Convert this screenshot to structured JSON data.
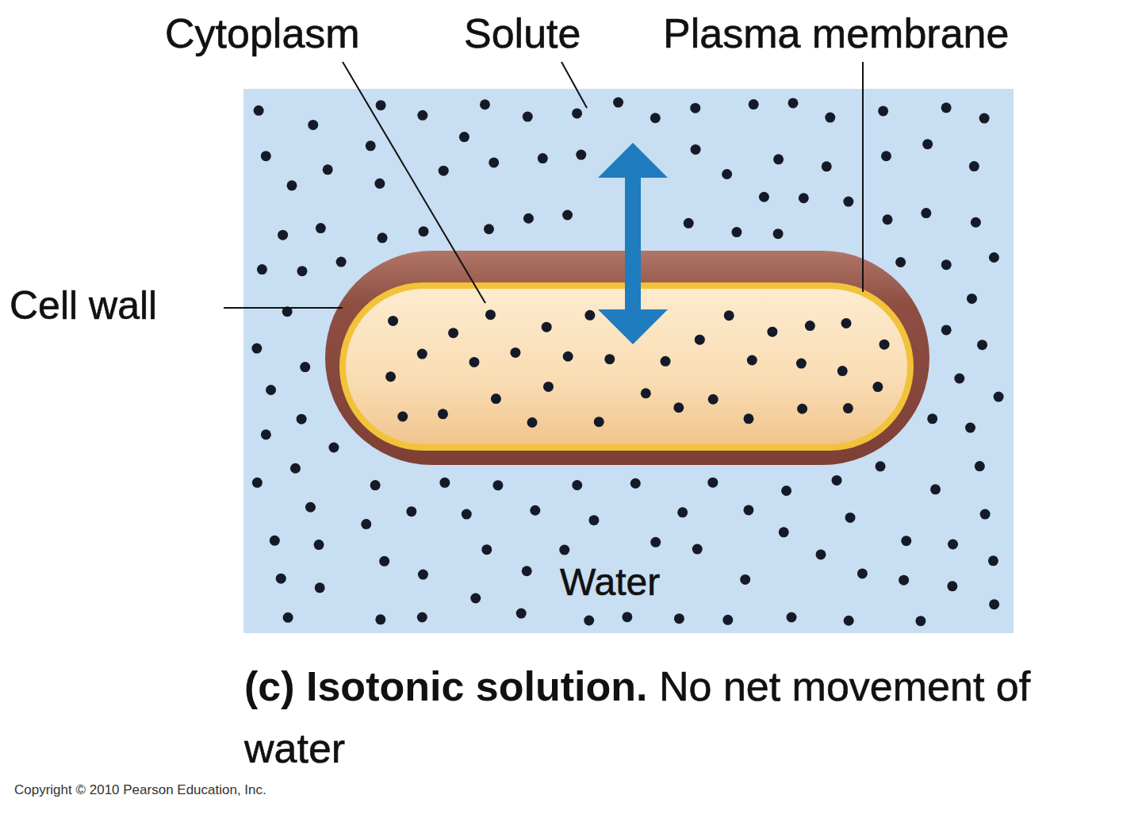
{
  "diagram": {
    "caption": "(c) Isotonic solution.",
    "labels": [
      "Cytoplasm",
      "Solute",
      "Plasma membrane",
      "Cell wall",
      "Water",
      "No net movement of water",
      "Copyright © 2010 Pearson Education, Inc."
    ]
  }
}
